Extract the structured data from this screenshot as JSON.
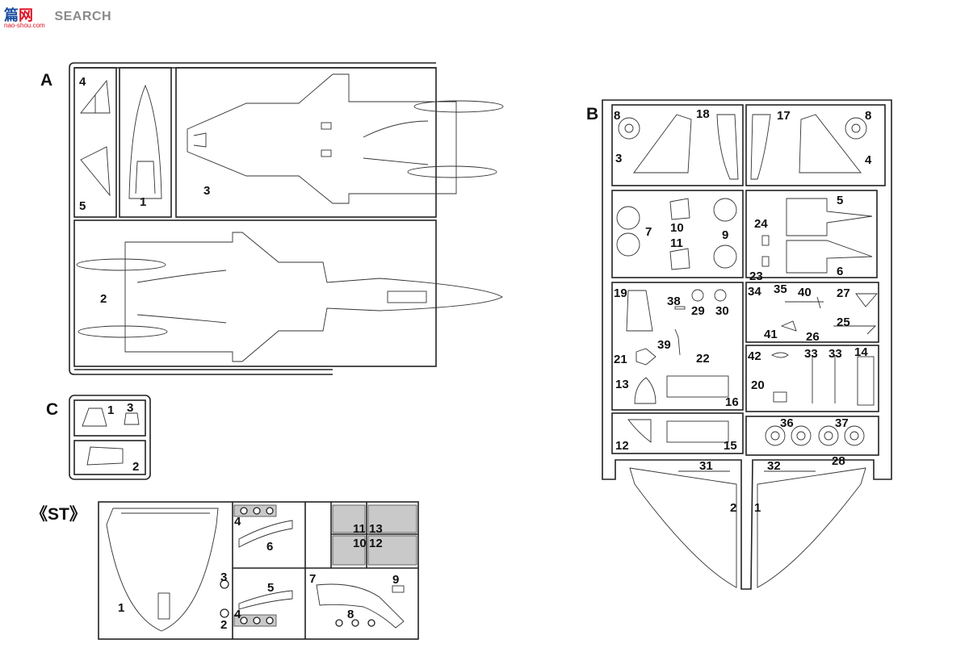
{
  "watermark": {
    "logo": "篇",
    "logo2": "网",
    "search": "SEARCH",
    "url": "nao-shou.com"
  },
  "sprues": {
    "A": {
      "title": "A",
      "parts": [
        "4",
        "5",
        "1",
        "3",
        "2"
      ]
    },
    "B": {
      "title": "B",
      "parts": [
        "8",
        "18",
        "3",
        "17",
        "8",
        "4",
        "7",
        "10",
        "9",
        "11",
        "24",
        "5",
        "23",
        "6",
        "19",
        "38",
        "29",
        "30",
        "34",
        "35",
        "40",
        "27",
        "41",
        "26",
        "25",
        "39",
        "21",
        "22",
        "42",
        "33",
        "33",
        "14",
        "13",
        "20",
        "16",
        "12",
        "15",
        "36",
        "37",
        "31",
        "32",
        "28",
        "2",
        "1"
      ]
    },
    "C": {
      "title": "C",
      "parts": [
        "1",
        "3",
        "2"
      ]
    },
    "ST": {
      "title": "《ST》",
      "parts": [
        "1",
        "4",
        "6",
        "3",
        "5",
        "2",
        "4",
        "11",
        "13",
        "10",
        "12",
        "7",
        "9",
        "8"
      ]
    }
  }
}
